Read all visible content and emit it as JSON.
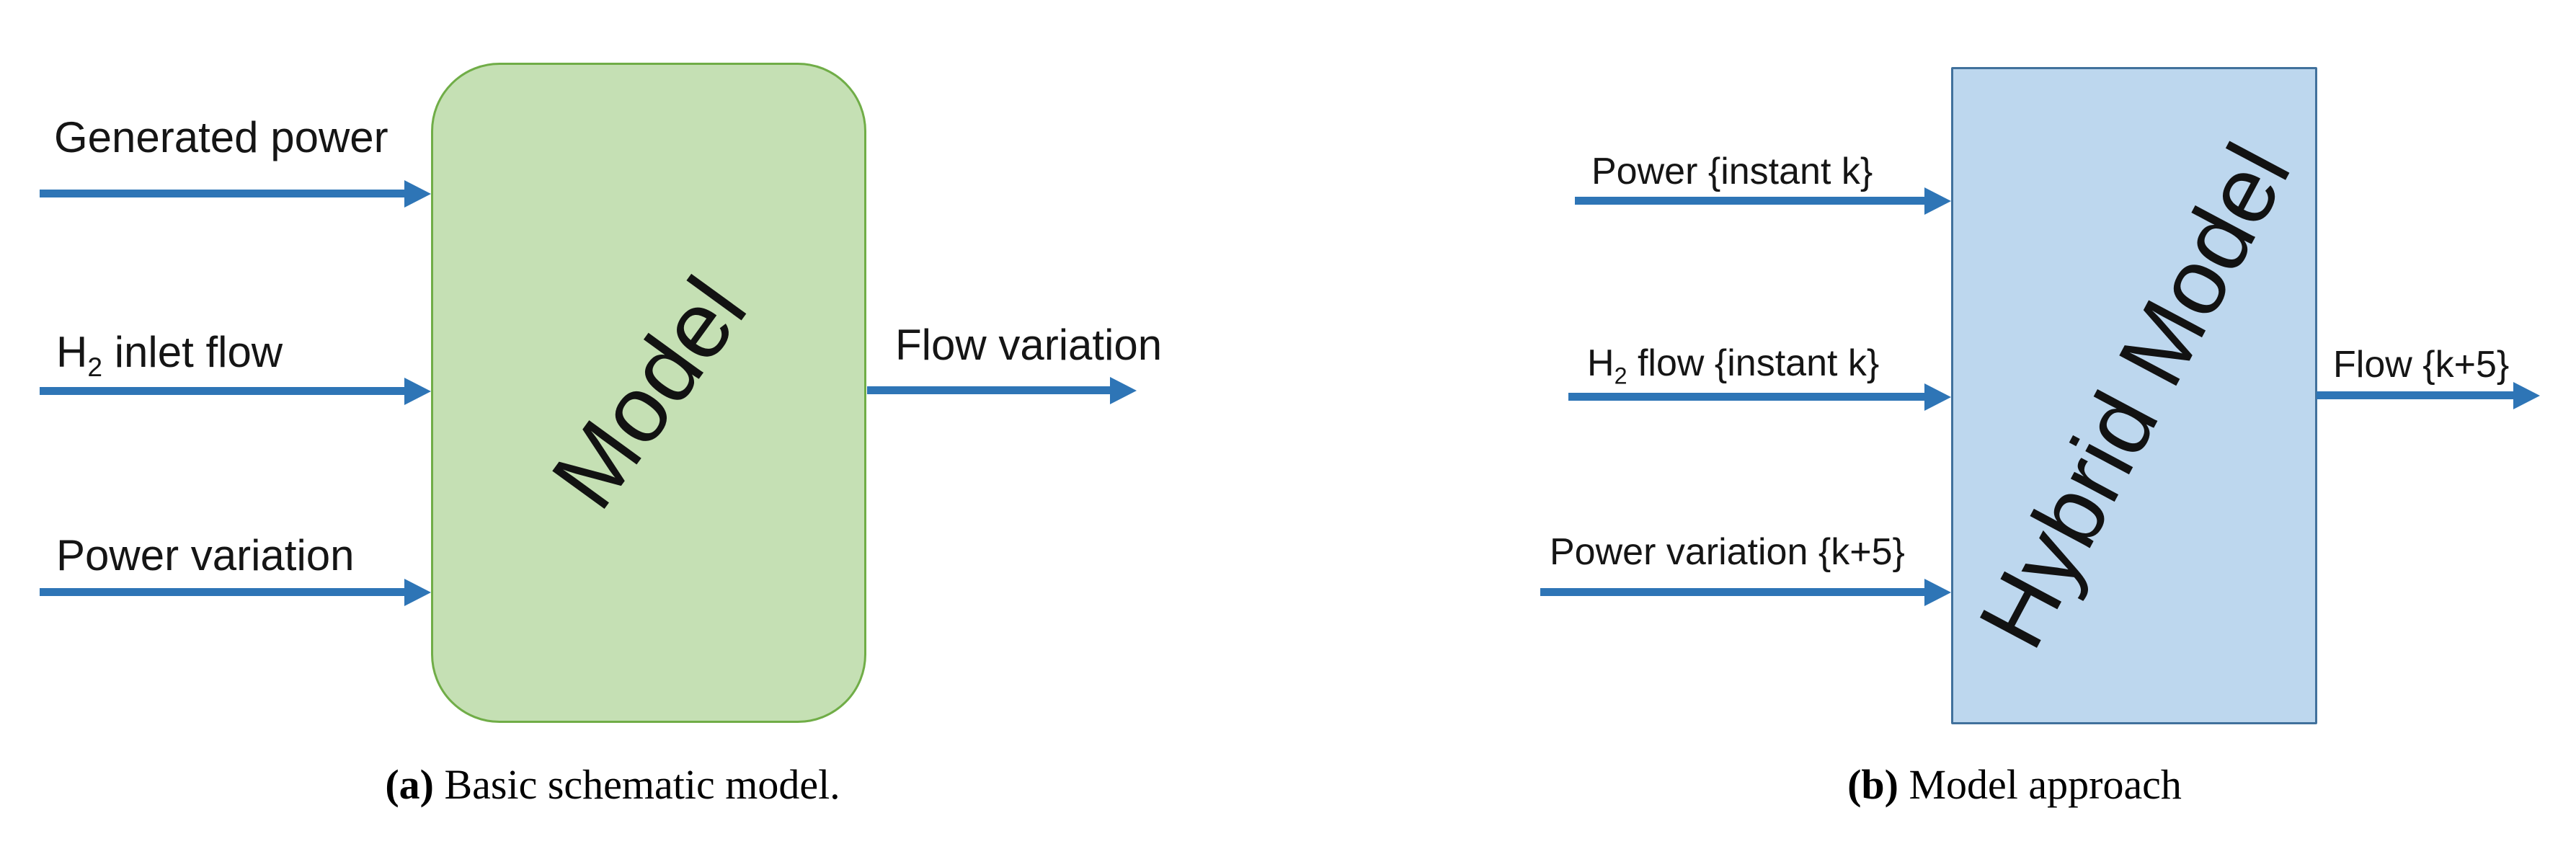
{
  "figure": {
    "arrow_color": "#2e75b6",
    "panel_a": {
      "box_label": "Model",
      "box_fill": "#c5e0b4",
      "box_border": "#70ad47",
      "input1": {
        "pre": "Generated power",
        "sub": "",
        "post": ""
      },
      "input2": {
        "pre": "H",
        "sub": "2",
        "post": " inlet flow"
      },
      "input3": {
        "pre": "Power variation",
        "sub": "",
        "post": ""
      },
      "output": "Flow variation",
      "caption_tag": "(a)",
      "caption_text": " Basic schematic model."
    },
    "panel_b": {
      "box_label": "Hybrid Model",
      "box_fill": "#bdd7ee",
      "box_border": "#41719c",
      "input1": {
        "pre": "Power {instant k}",
        "sub": "",
        "post": ""
      },
      "input2": {
        "pre": "H",
        "sub": "2",
        "post": " flow {instant k}"
      },
      "input3": {
        "pre": "Power variation {k+5}",
        "sub": "",
        "post": ""
      },
      "output": "Flow {k+5}",
      "caption_tag": "(b)",
      "caption_text": " Model approach"
    }
  }
}
